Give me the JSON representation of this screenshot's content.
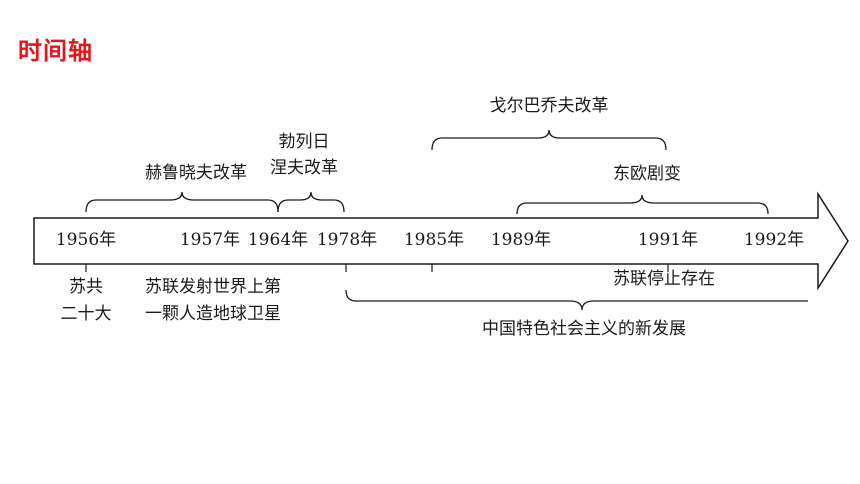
{
  "page": {
    "title": "时间轴"
  },
  "timeline": {
    "years": [
      "1956年",
      "1957年",
      "1964年",
      "1978年",
      "1985年",
      "1989年",
      "1991年",
      "1992年"
    ],
    "above": {
      "khrushchev_reform": "赫鲁晓夫改革",
      "brezhnev_reform_line1": "勃列日",
      "brezhnev_reform_line2": "涅夫改革",
      "gorbachev_reform": "戈尔巴乔夫改革",
      "eastern_europe_upheaval": "东欧剧变"
    },
    "below": {
      "cpsu_20th_line1": "苏共",
      "cpsu_20th_line2": "二十大",
      "satellite_line1": "苏联发射世界上第",
      "satellite_line2": "一颗人造地球卫星",
      "ussr_dissolved": "苏联停止存在",
      "china_development": "中国特色社会主义的新发展"
    },
    "colors": {
      "title": "#e8141b",
      "line": "#1a1a1a"
    }
  }
}
